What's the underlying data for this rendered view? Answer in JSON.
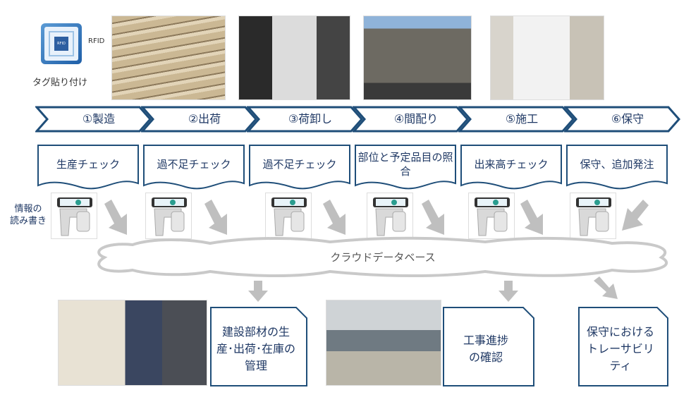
{
  "tag": {
    "icon_label": "RFID",
    "chip_text": "RFID",
    "caption": "タグ貼り付け"
  },
  "side_label": "情報の\n読み書き",
  "steps": [
    {
      "label": "①製造",
      "check": "生産チェック"
    },
    {
      "label": "②出荷",
      "check": "過不足チェック"
    },
    {
      "label": "③荷卸し",
      "check": "過不足チェック"
    },
    {
      "label": "④間配り",
      "check": "部位と予定品目の照合"
    },
    {
      "label": "⑤施工",
      "check": "出来高チェック"
    },
    {
      "label": "⑥保守",
      "check": "保守、追加発注"
    }
  ],
  "cloud_label": "クラウドデータベース",
  "outcomes": [
    {
      "label": "建設部材の生産･出荷･在庫の管理"
    },
    {
      "label": "工事進捗\nの確認"
    },
    {
      "label": "保守における\nトレーサビリ\nティ"
    }
  ],
  "colors": {
    "navy": "#1f4e79",
    "text": "#1f3864",
    "arrow": "#bfbfbf"
  }
}
